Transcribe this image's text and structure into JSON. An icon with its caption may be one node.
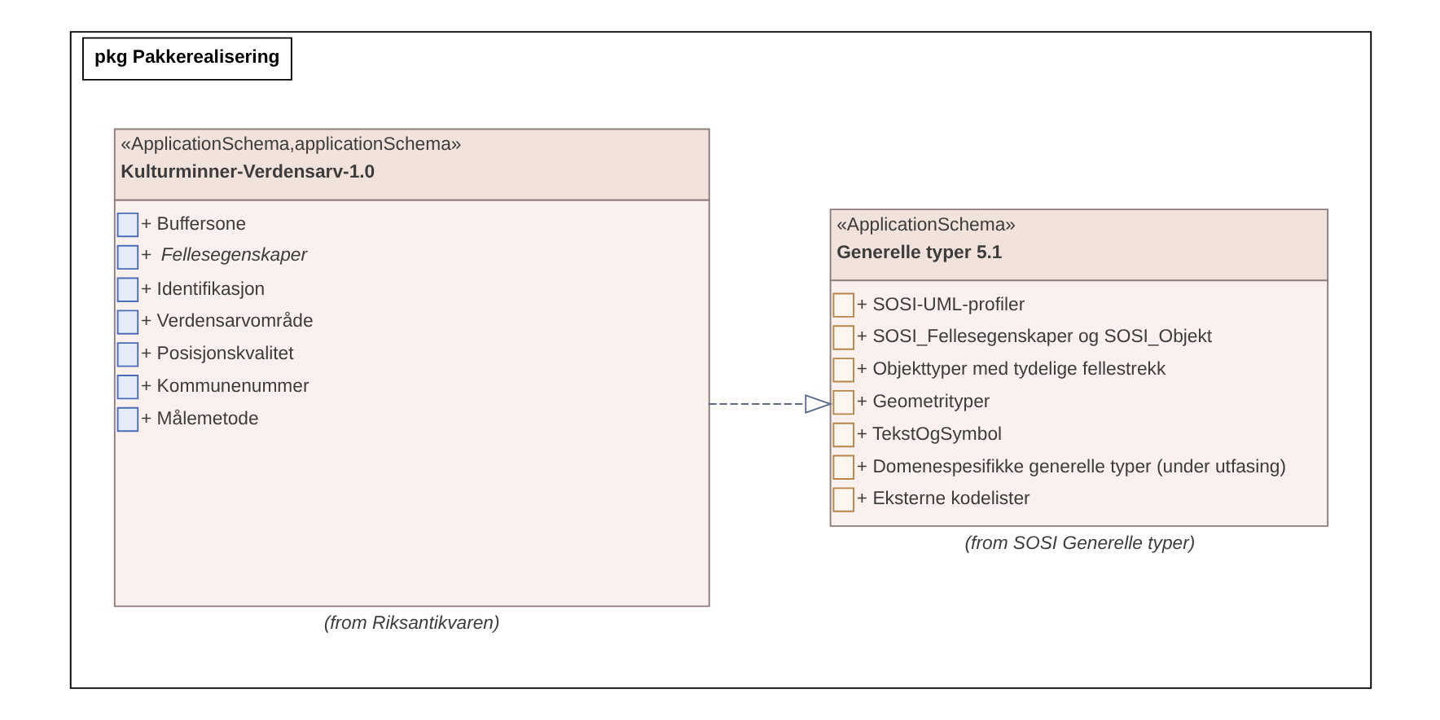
{
  "diagram": {
    "nodes": [
      {
        "text": [
          "pkg Pakkerealisering"
        ]
      },
      {
        "text": [
          "«ApplicationSchema,applicationSchema»",
          "Kulturminner-Verdensarv-1.0",
          "+ Buffersone",
          "+ *Fellesegenskaper*",
          "+ Identifikasjon",
          "+ Verdensarvområde",
          "+ Posisjonskvalitet",
          "+ Kommunenummer",
          "+ Målemetode"
        ],
        "in": 0,
        "beside": [
          "(from Riksantikvaren)"
        ]
      },
      {
        "text": [
          "«ApplicationSchema»",
          "Generelle typer 5.1",
          "+ SOSI-UML-profiler",
          "+ SOSI_Fellesegenskaper og SOSI_Objekt",
          "+ Objekttyper med tydelige fellestrekk",
          "+ Geometrityper",
          "+ TekstOgSymbol",
          "+ Domenespesifikke generelle typer (under utfasing)",
          "+ Eksterne kodelister"
        ],
        "in": 0,
        "beside": [
          "(from SOSI Generelle typer)"
        ]
      }
    ],
    "edges": [
      {
        "from": 1,
        "to": 2,
        "arrow": "to",
        "style": "dashed"
      }
    ]
  }
}
